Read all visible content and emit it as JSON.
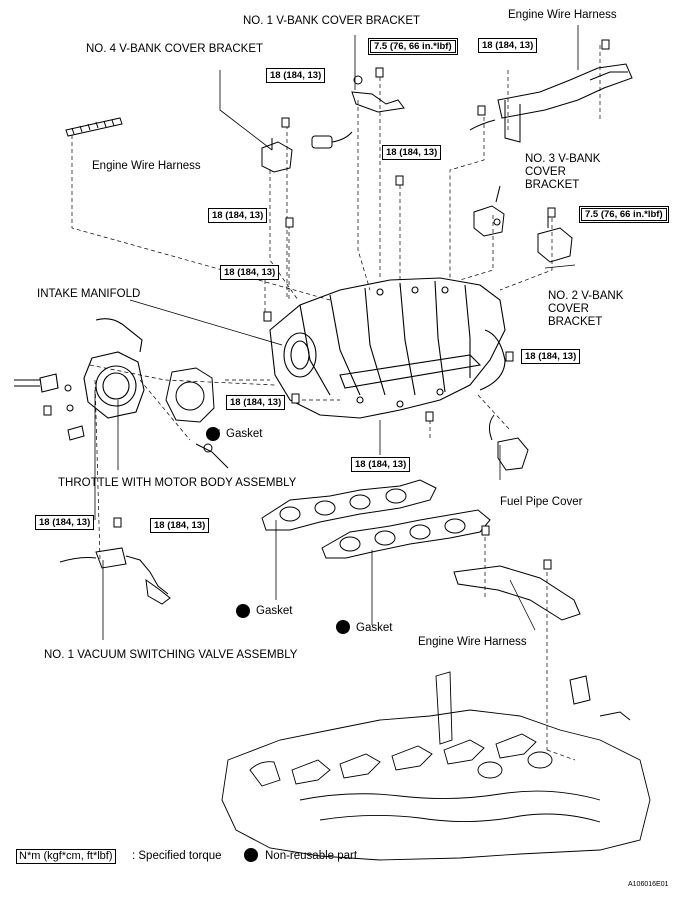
{
  "labels": {
    "no1_bracket": "NO. 1 V-BANK COVER BRACKET",
    "engine_harness_top": "Engine Wire Harness",
    "no4_bracket": "NO. 4 V-BANK COVER BRACKET",
    "engine_harness_left": "Engine Wire Harness",
    "no3_bracket": "NO. 3 V-BANK COVER BRACKET",
    "no2_bracket": "NO. 2 V-BANK COVER BRACKET",
    "intake_manifold": "INTAKE MANIFOLD",
    "gasket_1": "Gasket",
    "throttle": "THROTTLE WITH MOTOR BODY ASSEMBLY",
    "fuel_pipe_cover": "Fuel Pipe Cover",
    "gasket_2": "Gasket",
    "gasket_3": "Gasket",
    "engine_harness_bottom": "Engine Wire Harness",
    "vsv": "NO. 1 VACUUM SWITCHING VALVE ASSEMBLY"
  },
  "torques": {
    "t_75_a": "7.5 (76, 66 in.*lbf)",
    "t_75_b": "7.5 (76, 66 in.*lbf)",
    "t_18_a": "18 (184, 13)",
    "t_18_b": "18 (184, 13)",
    "t_18_c": "18 (184, 13)",
    "t_18_d": "18 (184, 13)",
    "t_18_e": "18 (184, 13)",
    "t_18_f": "18 (184, 13)",
    "t_18_g": "18 (184, 13)",
    "t_18_h": "18 (184, 13)",
    "t_18_i": "18 (184, 13)",
    "t_18_j": "18 (184, 13)"
  },
  "legend": {
    "unit_box": "N*m (kgf*cm, ft*lbf)",
    "unit_text": ": Specified torque",
    "nonreusable_text": "Non-reusable part"
  },
  "caption": "A106016E01",
  "colors": {
    "ink": "#000000",
    "paper": "#ffffff"
  }
}
